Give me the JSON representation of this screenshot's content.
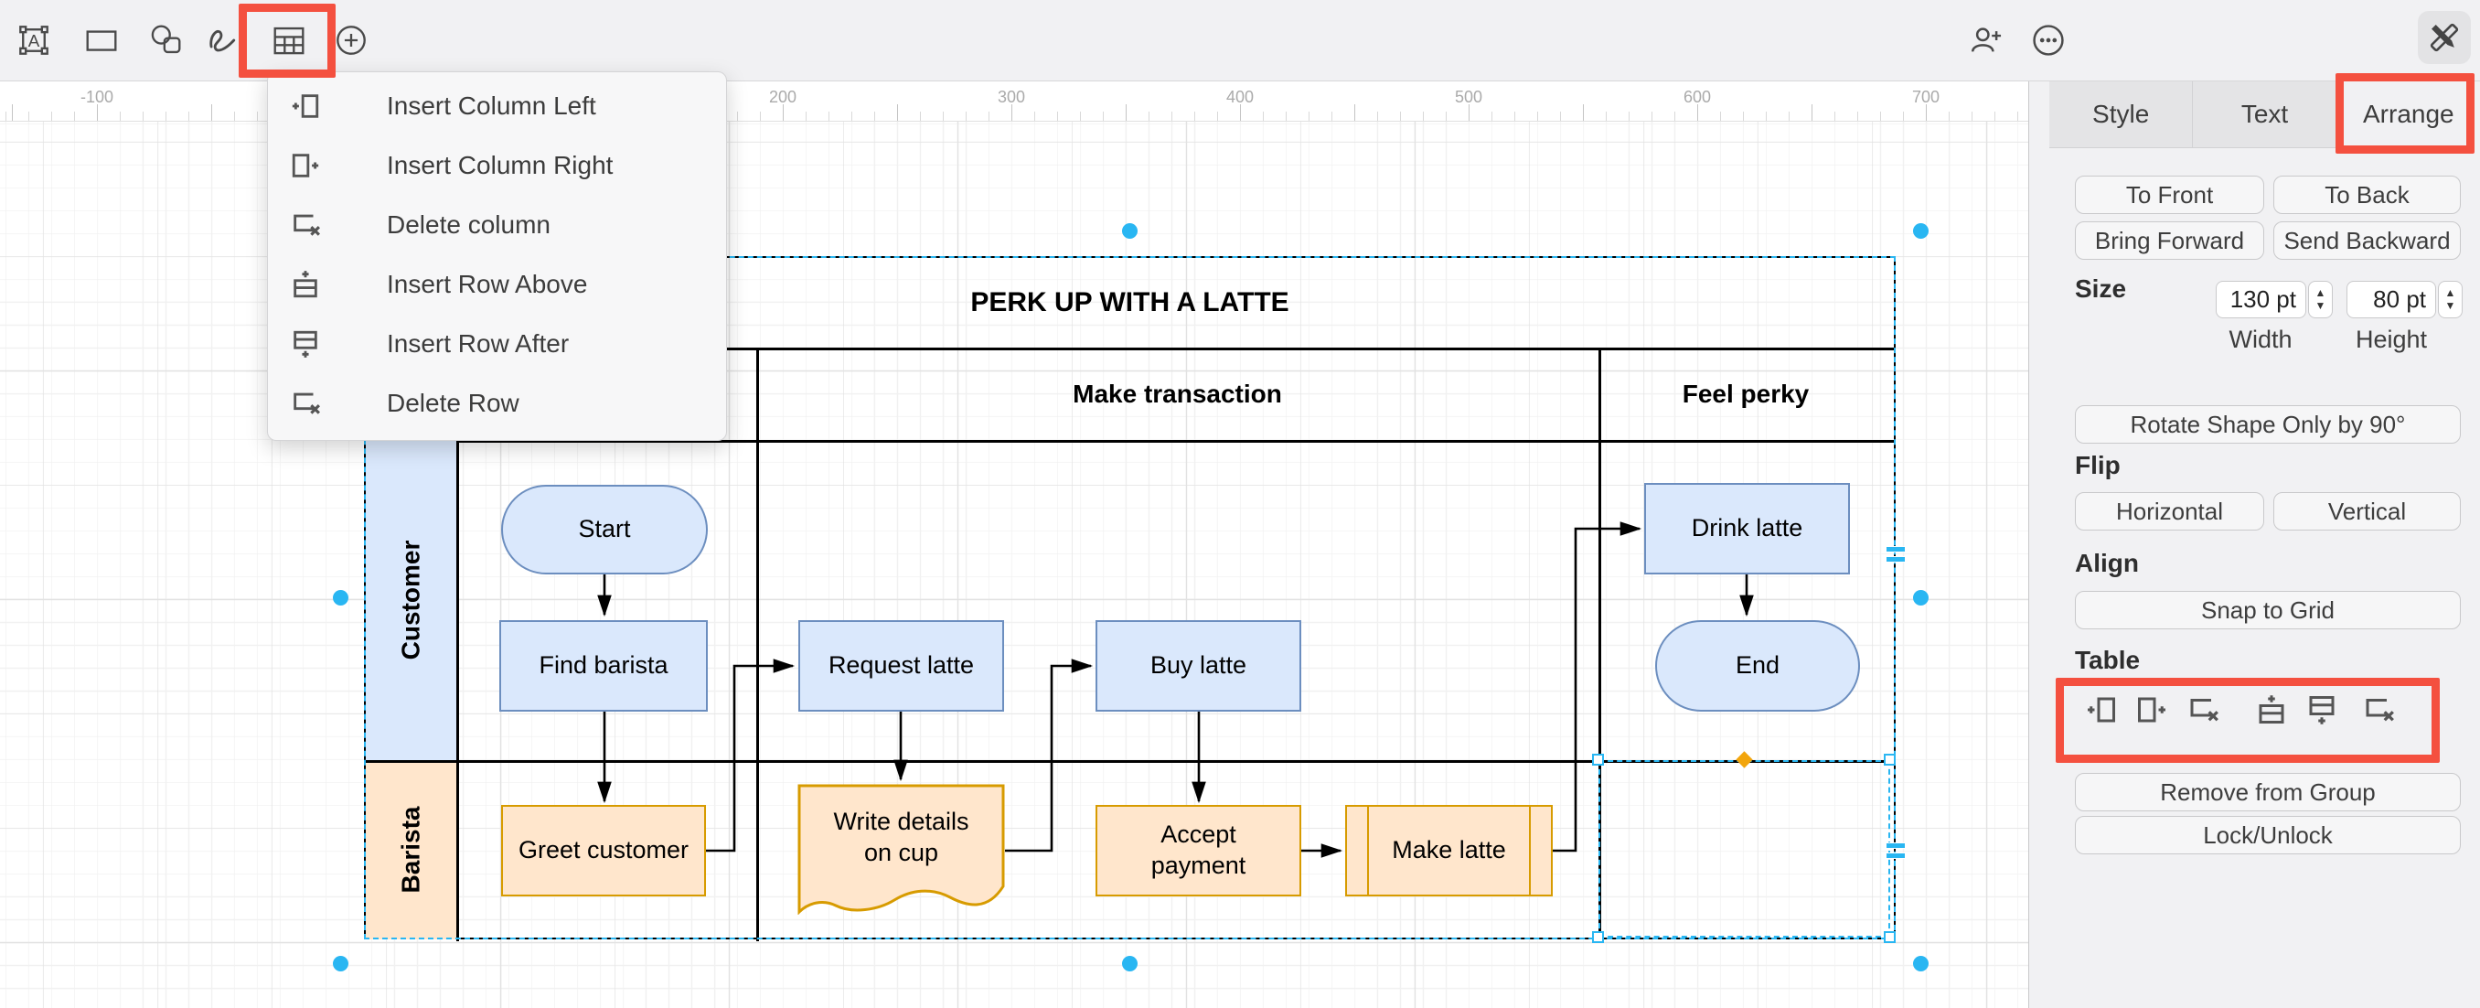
{
  "topbar": {
    "tools": [
      {
        "icon": "insert-text-icon"
      },
      {
        "icon": "rectangle-icon"
      },
      {
        "icon": "shapes-icon"
      },
      {
        "icon": "freehand-icon"
      },
      {
        "icon": "table-icon"
      },
      {
        "icon": "add-icon"
      }
    ],
    "right": [
      {
        "icon": "share-icon"
      },
      {
        "icon": "more-icon"
      },
      {
        "icon": "sketch-icon"
      }
    ]
  },
  "menu": {
    "items": [
      {
        "icon": "insert-column-left-icon",
        "label": "Insert Column Left"
      },
      {
        "icon": "insert-column-right-icon",
        "label": "Insert Column Right"
      },
      {
        "icon": "delete-column-icon",
        "label": "Delete column"
      },
      {
        "icon": "insert-row-above-icon",
        "label": "Insert Row Above"
      },
      {
        "icon": "insert-row-after-icon",
        "label": "Insert Row After"
      },
      {
        "icon": "delete-row-icon",
        "label": "Delete Row"
      }
    ]
  },
  "ruler": {
    "labels": [
      "-100",
      "200",
      "300",
      "400",
      "500",
      "600",
      "700"
    ]
  },
  "diagram": {
    "title": "PERK UP WITH A LATTE",
    "columns": [
      "Make transaction",
      "Feel perky"
    ],
    "lanes": [
      "Customer",
      "Barista"
    ],
    "nodes": [
      {
        "label": "Start",
        "type": "terminator",
        "lane": "Customer"
      },
      {
        "label": "Find barista",
        "type": "process",
        "lane": "Customer"
      },
      {
        "label": "Request latte",
        "type": "process",
        "lane": "Customer"
      },
      {
        "label": "Buy latte",
        "type": "process",
        "lane": "Customer"
      },
      {
        "label": "Drink latte",
        "type": "process",
        "lane": "Customer"
      },
      {
        "label": "End",
        "type": "terminator",
        "lane": "Customer"
      },
      {
        "label": "Greet customer",
        "type": "process",
        "lane": "Barista"
      },
      {
        "label": "Write details on cup",
        "type": "document",
        "lane": "Barista"
      },
      {
        "label": "Accept payment",
        "type": "process",
        "lane": "Barista"
      },
      {
        "label": "Make latte",
        "type": "predefined-process",
        "lane": "Barista"
      }
    ]
  },
  "panel": {
    "tabs": [
      "Style",
      "Text",
      "Arrange"
    ],
    "active_tab": "Arrange",
    "arrange": {
      "to_front": "To Front",
      "to_back": "To Back",
      "bring_forward": "Bring Forward",
      "send_backward": "Send Backward",
      "size_label": "Size",
      "width_value": "130 pt",
      "height_value": "80 pt",
      "width_label": "Width",
      "height_label": "Height",
      "rotate_label": "Rotate Shape Only by 90°",
      "flip_label": "Flip",
      "flip_horizontal": "Horizontal",
      "flip_vertical": "Vertical",
      "align_label": "Align",
      "snap_to_grid": "Snap to Grid",
      "table_label": "Table",
      "remove_from_group": "Remove from Group",
      "lock_unlock": "Lock/Unlock"
    }
  },
  "colors": {
    "selection": "#29b6f2",
    "highlight_red": "#f4503f",
    "node_blue_fill": "#dae8fc",
    "node_blue_stroke": "#6c8ebf",
    "node_orange_fill": "#ffe6cc",
    "node_orange_stroke": "#d79b00"
  }
}
